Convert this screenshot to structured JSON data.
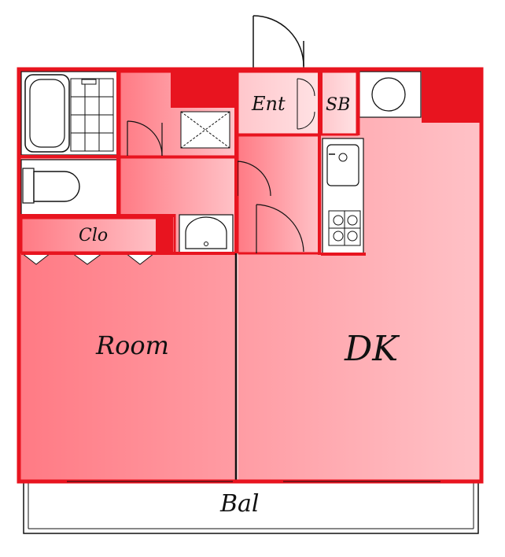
{
  "rooms": {
    "entrance": "Ent",
    "shoe_box": "SB",
    "closet": "Clo",
    "room": "Room",
    "dining_kitchen": "DK",
    "balcony": "Bal"
  },
  "colors": {
    "floor_light": "#ffc0c6",
    "floor_dark": "#ff7a84",
    "wall": "#e8141f",
    "outline": "#111111"
  }
}
